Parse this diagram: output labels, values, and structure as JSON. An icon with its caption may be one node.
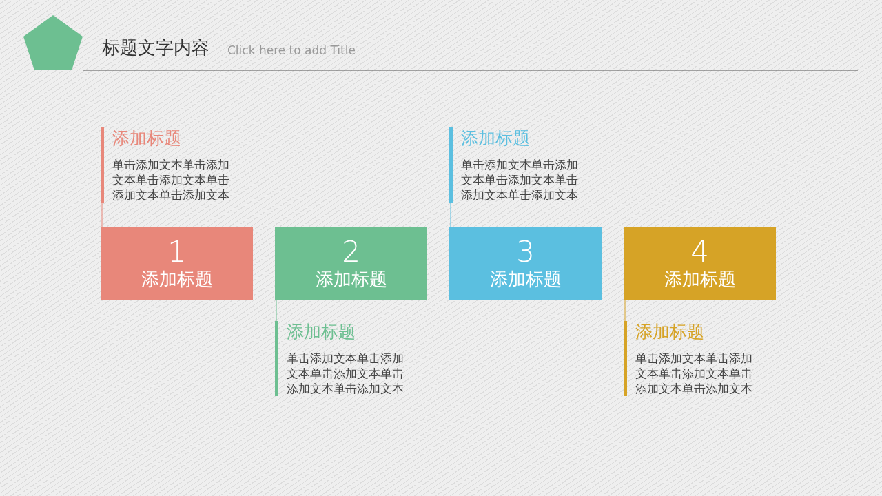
{
  "diagram": {
    "title": "标题文字内容",
    "nodes": [
      {
        "text": [
          "添加标题",
          "单击添加文本单击添加文本单击添加文本单击添加文本单击添加文本"
        ]
      },
      {
        "text": [
          "添加标题",
          "单击添加文本单击添加文本单击添加文本单击添加文本单击添加文本"
        ]
      },
      {
        "text": [
          "1",
          "添加标题"
        ]
      },
      {
        "text": [
          "2",
          "添加标题"
        ]
      },
      {
        "text": [
          "3",
          "添加标题"
        ]
      },
      {
        "text": [
          "4",
          "添加标题"
        ]
      },
      {
        "text": [
          "添加标题",
          "单击添加文本单击添加文本单击添加文本单击添加文本单击添加文本"
        ]
      },
      {
        "text": [
          "添加标题",
          "单击添加文本单击添加文本单击添加文本单击添加文本单击添加文本"
        ]
      }
    ],
    "edges": [
      {
        "from": 0,
        "to": 2,
        "arrow": "none",
        "color": "#e8877a"
      },
      {
        "from": 1,
        "to": 4,
        "arrow": "none",
        "color": "#5bbfe0"
      },
      {
        "from": 3,
        "to": 6,
        "arrow": "none",
        "color": "#6dbf91"
      },
      {
        "from": 5,
        "to": 7,
        "arrow": "none",
        "color": "#d6a326"
      }
    ],
    "labels": [
      "Click here to add Title"
    ]
  }
}
